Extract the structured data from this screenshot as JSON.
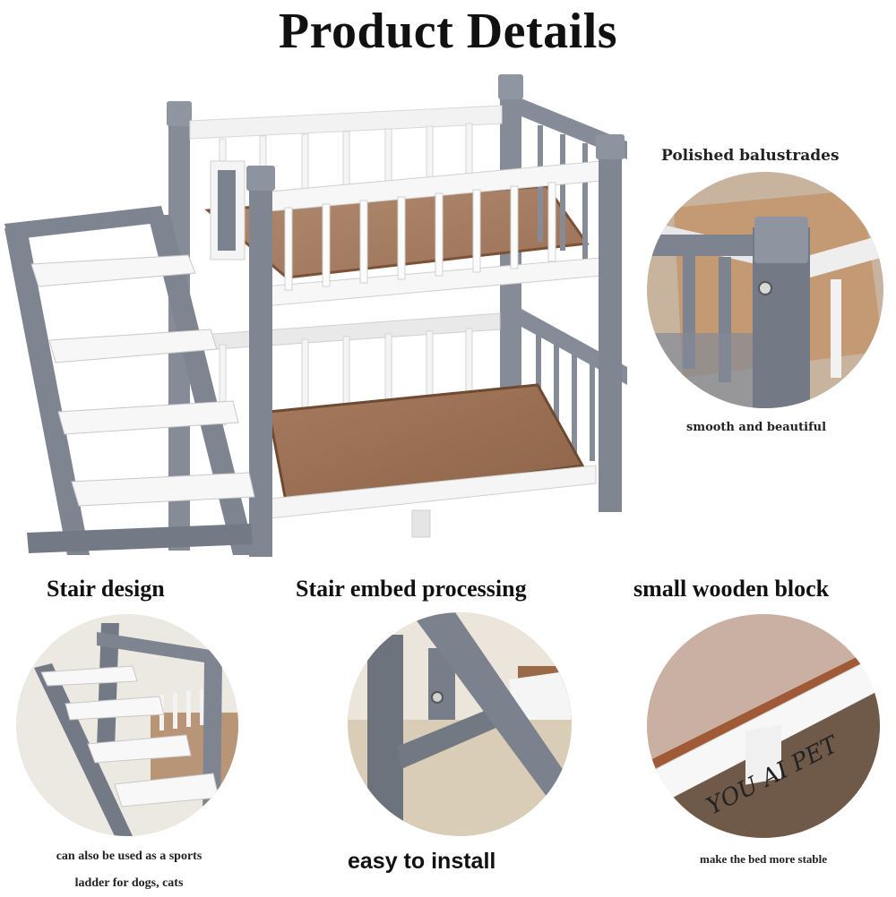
{
  "header": {
    "title": "Product Details"
  },
  "main_image": {
    "subject": "grey-and-white wooden pet bunk bed with side stairs and brown mats"
  },
  "features": [
    {
      "id": "balustrades",
      "heading": "Polished balustrades",
      "caption": "smooth and beautiful",
      "image": "closeup of grey corner post with screw and white rails"
    },
    {
      "id": "stair-design",
      "heading": "Stair design",
      "caption_lines": [
        "can also be used as a sports",
        "ladder for dogs, cats"
      ],
      "image": "closeup of stair steps"
    },
    {
      "id": "stair-embed",
      "heading": "Stair embed processing",
      "caption": "easy to install",
      "image": "closeup of grey stair frame joint"
    },
    {
      "id": "wooden-block",
      "heading": "small wooden block",
      "caption": "make the bed more stable",
      "brand_text": "YOU AI PET",
      "image": "closeup of mat edge with support block"
    }
  ],
  "colors": {
    "frame_grey": "#7d8490",
    "rail_white": "#f4f4f4",
    "mat_brown": "#a8775a",
    "text": "#111111"
  }
}
